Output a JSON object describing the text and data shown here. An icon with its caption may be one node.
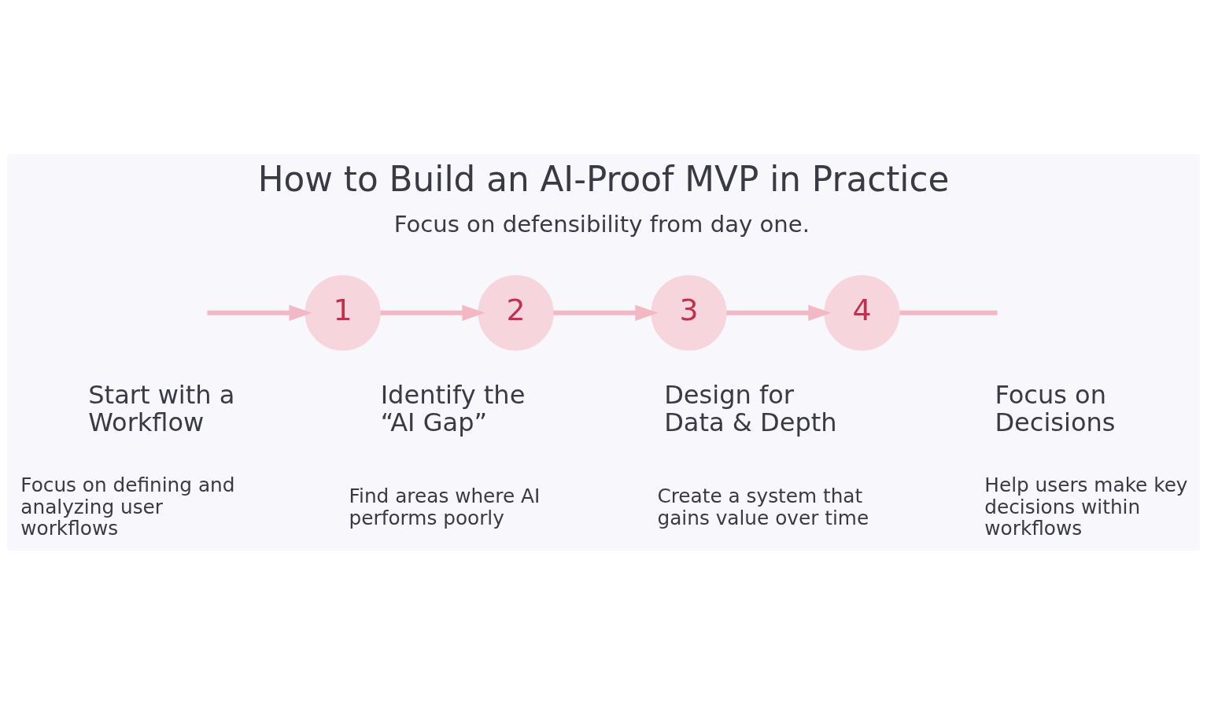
{
  "diagram": {
    "title": "How to Build an AI-Proof MVP in Practice",
    "nodes": [
      {
        "text": [
          "1"
        ],
        "beside": [
          "Start with a Workflow",
          "Focus on defining and analyzing user workflows"
        ]
      },
      {
        "text": [
          "2"
        ],
        "beside": [
          "Identify the “AI Gap”",
          "Find areas where AI performs poorly"
        ]
      },
      {
        "text": [
          "3"
        ],
        "beside": [
          "Design for Data & Depth",
          "Create a system that gains value over time"
        ]
      },
      {
        "text": [
          "4"
        ],
        "beside": [
          "Focus on Decisions",
          "Help users make key decisions within workflows"
        ]
      }
    ],
    "edges": [
      {
        "from": null,
        "to": 0,
        "arrow": "to"
      },
      {
        "from": 0,
        "to": 1,
        "arrow": "to"
      },
      {
        "from": 1,
        "to": 2,
        "arrow": "to"
      },
      {
        "from": 2,
        "to": 3,
        "arrow": "to"
      },
      {
        "from": 3,
        "to": null,
        "arrow": "none"
      }
    ],
    "labels": [
      "Focus on defensibility from day one."
    ]
  }
}
